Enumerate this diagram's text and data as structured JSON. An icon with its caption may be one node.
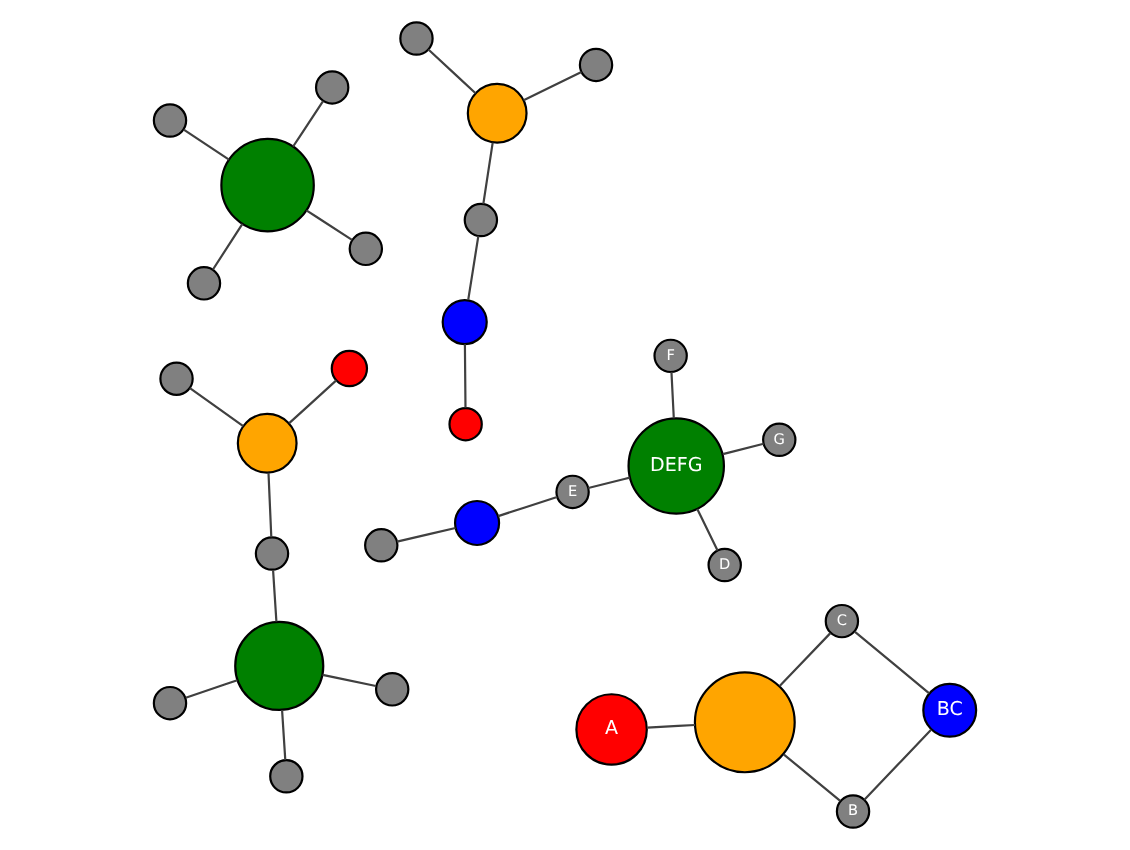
{
  "diagram": {
    "nodes": [
      {
        "text": [],
        "shape": "circle"
      },
      {
        "text": [],
        "shape": "circle"
      },
      {
        "text": [],
        "shape": "circle"
      },
      {
        "text": [],
        "shape": "circle"
      },
      {
        "text": [],
        "shape": "circle"
      },
      {
        "text": [],
        "shape": "circle"
      },
      {
        "text": [
          "G"
        ]
      },
      {
        "text": [],
        "shape": "circle"
      },
      {
        "text": [
          "F"
        ]
      },
      {
        "text": [],
        "shape": "circle"
      },
      {
        "text": [],
        "shape": "circle"
      },
      {
        "text": [],
        "shape": "circle"
      },
      {
        "text": [
          "DEFG"
        ]
      },
      {
        "text": [
          "E"
        ]
      },
      {
        "text": [
          "A"
        ]
      },
      {
        "text": [],
        "shape": "circle"
      },
      {
        "text": [
          "D"
        ]
      },
      {
        "text": [],
        "shape": "circle"
      },
      {
        "text": [
          "BC"
        ]
      },
      {
        "text": [
          "B"
        ]
      },
      {
        "text": [],
        "shape": "circle"
      },
      {
        "text": [
          "C"
        ]
      },
      {
        "text": [],
        "shape": "circle"
      },
      {
        "text": [],
        "shape": "circle"
      },
      {
        "text": [],
        "shape": "circle"
      },
      {
        "text": [],
        "shape": "circle"
      },
      {
        "text": [],
        "shape": "circle"
      },
      {
        "text": [],
        "shape": "circle"
      },
      {
        "text": [],
        "shape": "circle"
      },
      {
        "text": [],
        "shape": "circle"
      },
      {
        "text": [],
        "shape": "circle"
      }
    ],
    "edges": [
      {
        "from": 2,
        "to": 0,
        "arrow": "none"
      },
      {
        "from": 0,
        "to": 4,
        "arrow": "none"
      },
      {
        "from": 4,
        "to": 10,
        "arrow": "none"
      },
      {
        "from": 10,
        "to": 5,
        "arrow": "none"
      },
      {
        "from": 10,
        "to": 9,
        "arrow": "none"
      },
      {
        "from": 3,
        "to": 11,
        "arrow": "none"
      },
      {
        "from": 11,
        "to": 20,
        "arrow": "none"
      },
      {
        "from": 11,
        "to": 17,
        "arrow": "none"
      },
      {
        "from": 17,
        "to": 22,
        "arrow": "none"
      },
      {
        "from": 22,
        "to": 15,
        "arrow": "none"
      },
      {
        "from": 22,
        "to": 23,
        "arrow": "none"
      },
      {
        "from": 22,
        "to": 25,
        "arrow": "none"
      },
      {
        "from": 1,
        "to": 7,
        "arrow": "none"
      },
      {
        "from": 7,
        "to": 13,
        "arrow": "none"
      },
      {
        "from": 13,
        "to": 12,
        "arrow": "none"
      },
      {
        "from": 8,
        "to": 12,
        "arrow": "none"
      },
      {
        "from": 6,
        "to": 12,
        "arrow": "none"
      },
      {
        "from": 16,
        "to": 12,
        "arrow": "none"
      },
      {
        "from": 14,
        "to": 24,
        "arrow": "none"
      },
      {
        "from": 18,
        "to": 19,
        "arrow": "none"
      },
      {
        "from": 19,
        "to": 24,
        "arrow": "none"
      },
      {
        "from": 21,
        "to": 18,
        "arrow": "none"
      },
      {
        "from": 21,
        "to": 24,
        "arrow": "none"
      },
      {
        "from": 26,
        "to": 28,
        "arrow": "none"
      },
      {
        "from": 26,
        "to": 27,
        "arrow": "none"
      },
      {
        "from": 26,
        "to": 29,
        "arrow": "none"
      },
      {
        "from": 26,
        "to": 30,
        "arrow": "none"
      }
    ]
  }
}
